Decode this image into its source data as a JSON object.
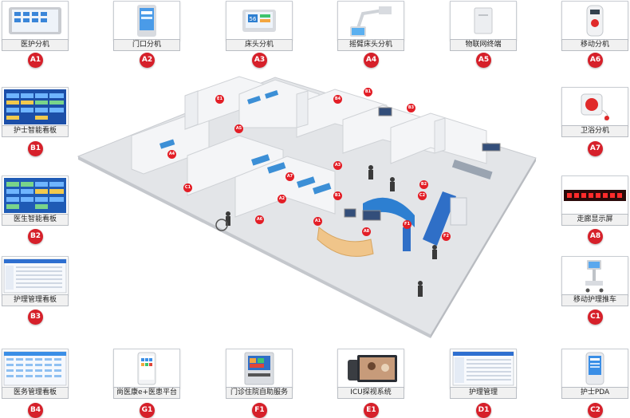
{
  "devices": [
    {
      "id": "A1",
      "label": "医护分机",
      "icon": "tablet-intercom-icon"
    },
    {
      "id": "A2",
      "label": "门口分机",
      "icon": "door-terminal-icon"
    },
    {
      "id": "A3",
      "label": "床头分机",
      "icon": "bedside-terminal-icon"
    },
    {
      "id": "A4",
      "label": "摇臂床头分机",
      "icon": "swing-arm-terminal-icon"
    },
    {
      "id": "A5",
      "label": "物联网终端",
      "icon": "iot-terminal-icon"
    },
    {
      "id": "A6",
      "label": "移动分机",
      "icon": "mobile-extension-icon"
    },
    {
      "id": "B1",
      "label": "护士智能看板",
      "icon": "nurse-board-icon"
    },
    {
      "id": "A7",
      "label": "卫浴分机",
      "icon": "bathroom-button-icon"
    },
    {
      "id": "B2",
      "label": "医生智能看板",
      "icon": "doctor-board-icon"
    },
    {
      "id": "A8",
      "label": "走廊显示屏",
      "icon": "corridor-led-icon"
    },
    {
      "id": "B3",
      "label": "护理管理看板",
      "icon": "nursing-board-icon"
    },
    {
      "id": "C1",
      "label": "移动护理推车",
      "icon": "nursing-cart-icon"
    },
    {
      "id": "B4",
      "label": "医务管理看板",
      "icon": "medical-board-icon"
    },
    {
      "id": "G1",
      "label": "尚医康e+医患平台",
      "icon": "phone-app-icon"
    },
    {
      "id": "F1",
      "label": "门诊住院自助服务",
      "icon": "kiosk-icon"
    },
    {
      "id": "E1",
      "label": "ICU探视系统",
      "icon": "video-phone-icon"
    },
    {
      "id": "D1",
      "label": "护理管理",
      "icon": "management-software-icon"
    },
    {
      "id": "C2",
      "label": "护士PDA",
      "icon": "pda-icon"
    }
  ],
  "scene_markers": [
    "E1",
    "A5",
    "A4",
    "B4",
    "B1",
    "B3",
    "A3",
    "A7",
    "A2",
    "A6",
    "C1",
    "B1",
    "A1",
    "A8",
    "F1",
    "F2",
    "C2",
    "B2"
  ],
  "colors": {
    "accent": "#d6202a",
    "floor": "#e3e5e8",
    "wall": "#f4f5f7",
    "bed": "#3c8fd6"
  }
}
